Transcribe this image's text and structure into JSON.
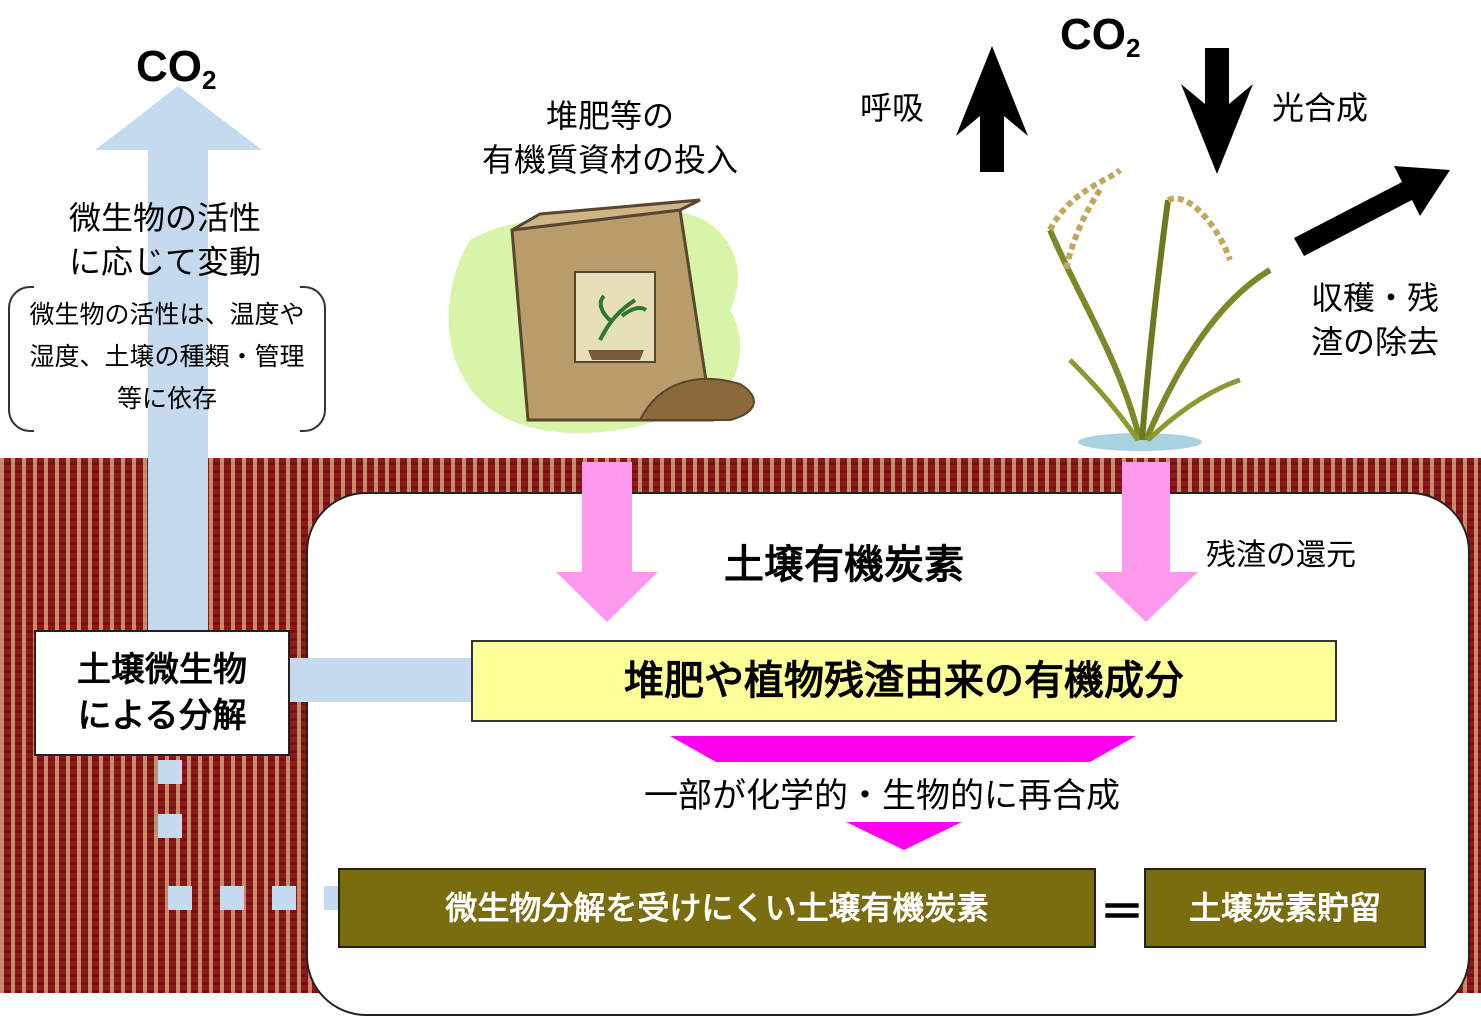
{
  "co2_left": {
    "base": "CO",
    "sub": "2"
  },
  "co2_right": {
    "base": "CO",
    "sub": "2"
  },
  "microbe_activity": {
    "line1": "微生物の活性",
    "line2": "に応じて変動"
  },
  "microbe_note": "微生物の活性は、温度や湿度、土壌の種類・管理等に依存",
  "compost_input": {
    "line1": "堆肥等の",
    "line2": "有機質資材の投入"
  },
  "respiration": "呼吸",
  "photosynthesis": "光合成",
  "harvest": {
    "line1": "収穫・残",
    "line2": "渣の除去"
  },
  "soil_organic_carbon_title": "土壌有機炭素",
  "residue_return": "残渣の還元",
  "decomposition": {
    "line1": "土壌微生物",
    "line2": "による分解"
  },
  "organic_component": "堆肥や植物残渣由来の有機成分",
  "resynthesis": "一部が化学的・生物的に再合成",
  "resistant_carbon": "微生物分解を受けにくい土壌有機炭素",
  "equals": "＝",
  "carbon_storage": "土壌炭素貯留",
  "colors": {
    "soil": "#8b1a1a",
    "flow_arrow": "#c5d9ef",
    "pink_arrow": "#ff99ee",
    "magenta": "#ff00ee",
    "yellow_box": "#ffff99",
    "olive_box": "#7a6d10"
  }
}
